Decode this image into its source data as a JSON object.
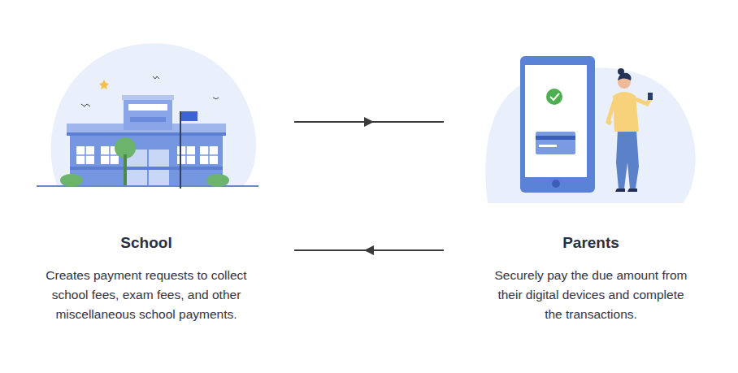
{
  "diagram": {
    "nodes": [
      {
        "text": [
          "School",
          "Creates payment requests to collect school fees, exam fees, and other miscellaneous school payments."
        ]
      },
      {
        "text": [
          "Parents",
          "Securely pay the due amount from their digital devices and complete the transactions."
        ]
      }
    ],
    "edges": [
      {
        "from": 0,
        "to": 1,
        "arrow": "to"
      },
      {
        "from": 1,
        "to": 0,
        "arrow": "to"
      }
    ]
  }
}
